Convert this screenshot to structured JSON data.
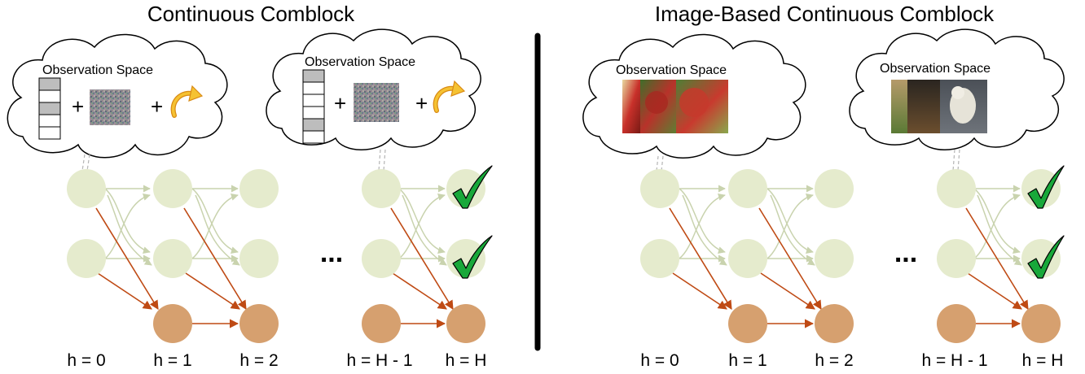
{
  "panels": [
    {
      "title": "Continuous Comblock",
      "clouds": [
        {
          "label": "Observation Space",
          "kind": "vector-noise-rotation",
          "highlight_cells": [
            0,
            2
          ],
          "plus_sign": "+"
        },
        {
          "label": "Observation Space",
          "kind": "vector-noise-rotation",
          "highlight_cells": [
            0,
            4
          ],
          "plus_sign": "+"
        }
      ],
      "ellipsis": "...",
      "step_labels": [
        "h = 0",
        "h = 1",
        "h = 2",
        "h = H - 1",
        "h = H"
      ]
    },
    {
      "title": "Image-Based Continuous Comblock",
      "clouds": [
        {
          "label": "Observation Space",
          "kind": "images-apples"
        },
        {
          "label": "Observation Space",
          "kind": "images-animals"
        }
      ],
      "ellipsis": "...",
      "step_labels": [
        "h = 0",
        "h = 1",
        "h = 2",
        "h = H - 1",
        "h = H"
      ]
    }
  ],
  "colors": {
    "good_state": "#e5ebcd",
    "bad_state": "#d6a06f",
    "transition_arrow": "#bf4a14",
    "faint_arrow": "#c9d3ae",
    "check": "#18a83a",
    "divider": "#000000"
  }
}
